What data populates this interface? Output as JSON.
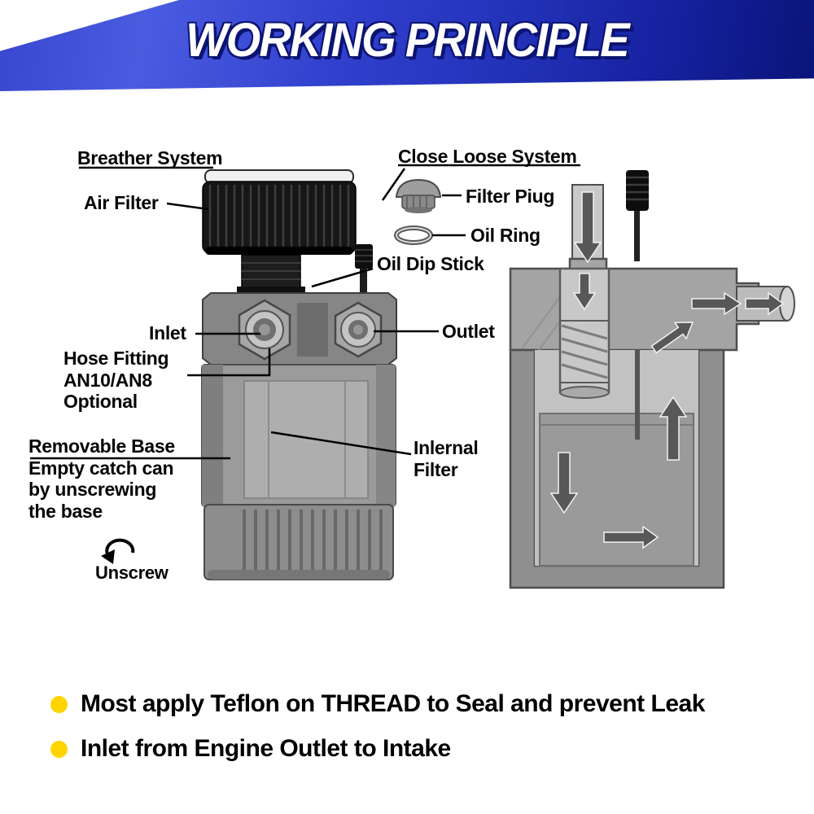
{
  "banner": {
    "title": "WORKING PRINCIPLE",
    "colors": {
      "blue_light": "#4a5ce0",
      "blue_mid": "#2a3ac6",
      "blue_dark": "#0a1478",
      "text": "#ffffff",
      "text_outline": "#0c1472"
    }
  },
  "diagram": {
    "labels": {
      "breather_system": "Breather System",
      "air_filter": "Air Filter",
      "close_loose_system": "Close Loose System",
      "filter_plug": "Filter Piug",
      "oil_ring": "Oil Ring",
      "oil_dip_stick": "Oil Dip Stick",
      "inlet": "Inlet",
      "outlet": "Outlet",
      "hose_fitting": "Hose Fitting\nAN10/AN8\nOptional",
      "removable_base": "Removable Base\nEmpty catch can\nby unscrewing\nthe base",
      "unscrew": "Unscrew",
      "internal_filter": "Inlernal\nFilter"
    }
  },
  "notes": {
    "bullet_color": "#ffd400",
    "items": [
      {
        "text": "Most apply Teflon on THREAD to Seal and prevent Leak"
      },
      {
        "text": "Inlet from Engine Outlet to Intake"
      }
    ]
  }
}
